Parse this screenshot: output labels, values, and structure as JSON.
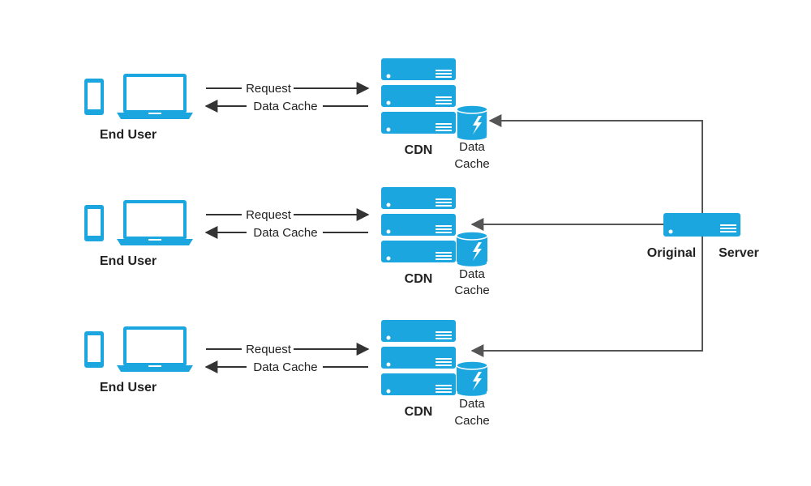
{
  "colors": {
    "device_blue": "#1ba6e0",
    "arrow_dark": "#333333",
    "origin_line": "#555555"
  },
  "icons": {
    "phone": "smartphone-icon",
    "laptop": "laptop-icon",
    "server": "server-rack-icon",
    "cache": "cache-database-icon",
    "origin": "origin-server-icon"
  },
  "rows": [
    {
      "end_user_label": "End User",
      "request_label": "Request",
      "data_cache_label": "Data Cache",
      "cdn_label": "CDN",
      "cache_label_line1": "Data",
      "cache_label_line2": "Cache"
    },
    {
      "end_user_label": "End User",
      "request_label": "Request",
      "data_cache_label": "Data Cache",
      "cdn_label": "CDN",
      "cache_label_line1": "Data",
      "cache_label_line2": "Cache"
    },
    {
      "end_user_label": "End User",
      "request_label": "Request",
      "data_cache_label": "Data Cache",
      "cdn_label": "CDN",
      "cache_label_line1": "Data",
      "cache_label_line2": "Cache"
    }
  ],
  "origin_server": {
    "label_left": "Original",
    "label_right": "Server"
  }
}
